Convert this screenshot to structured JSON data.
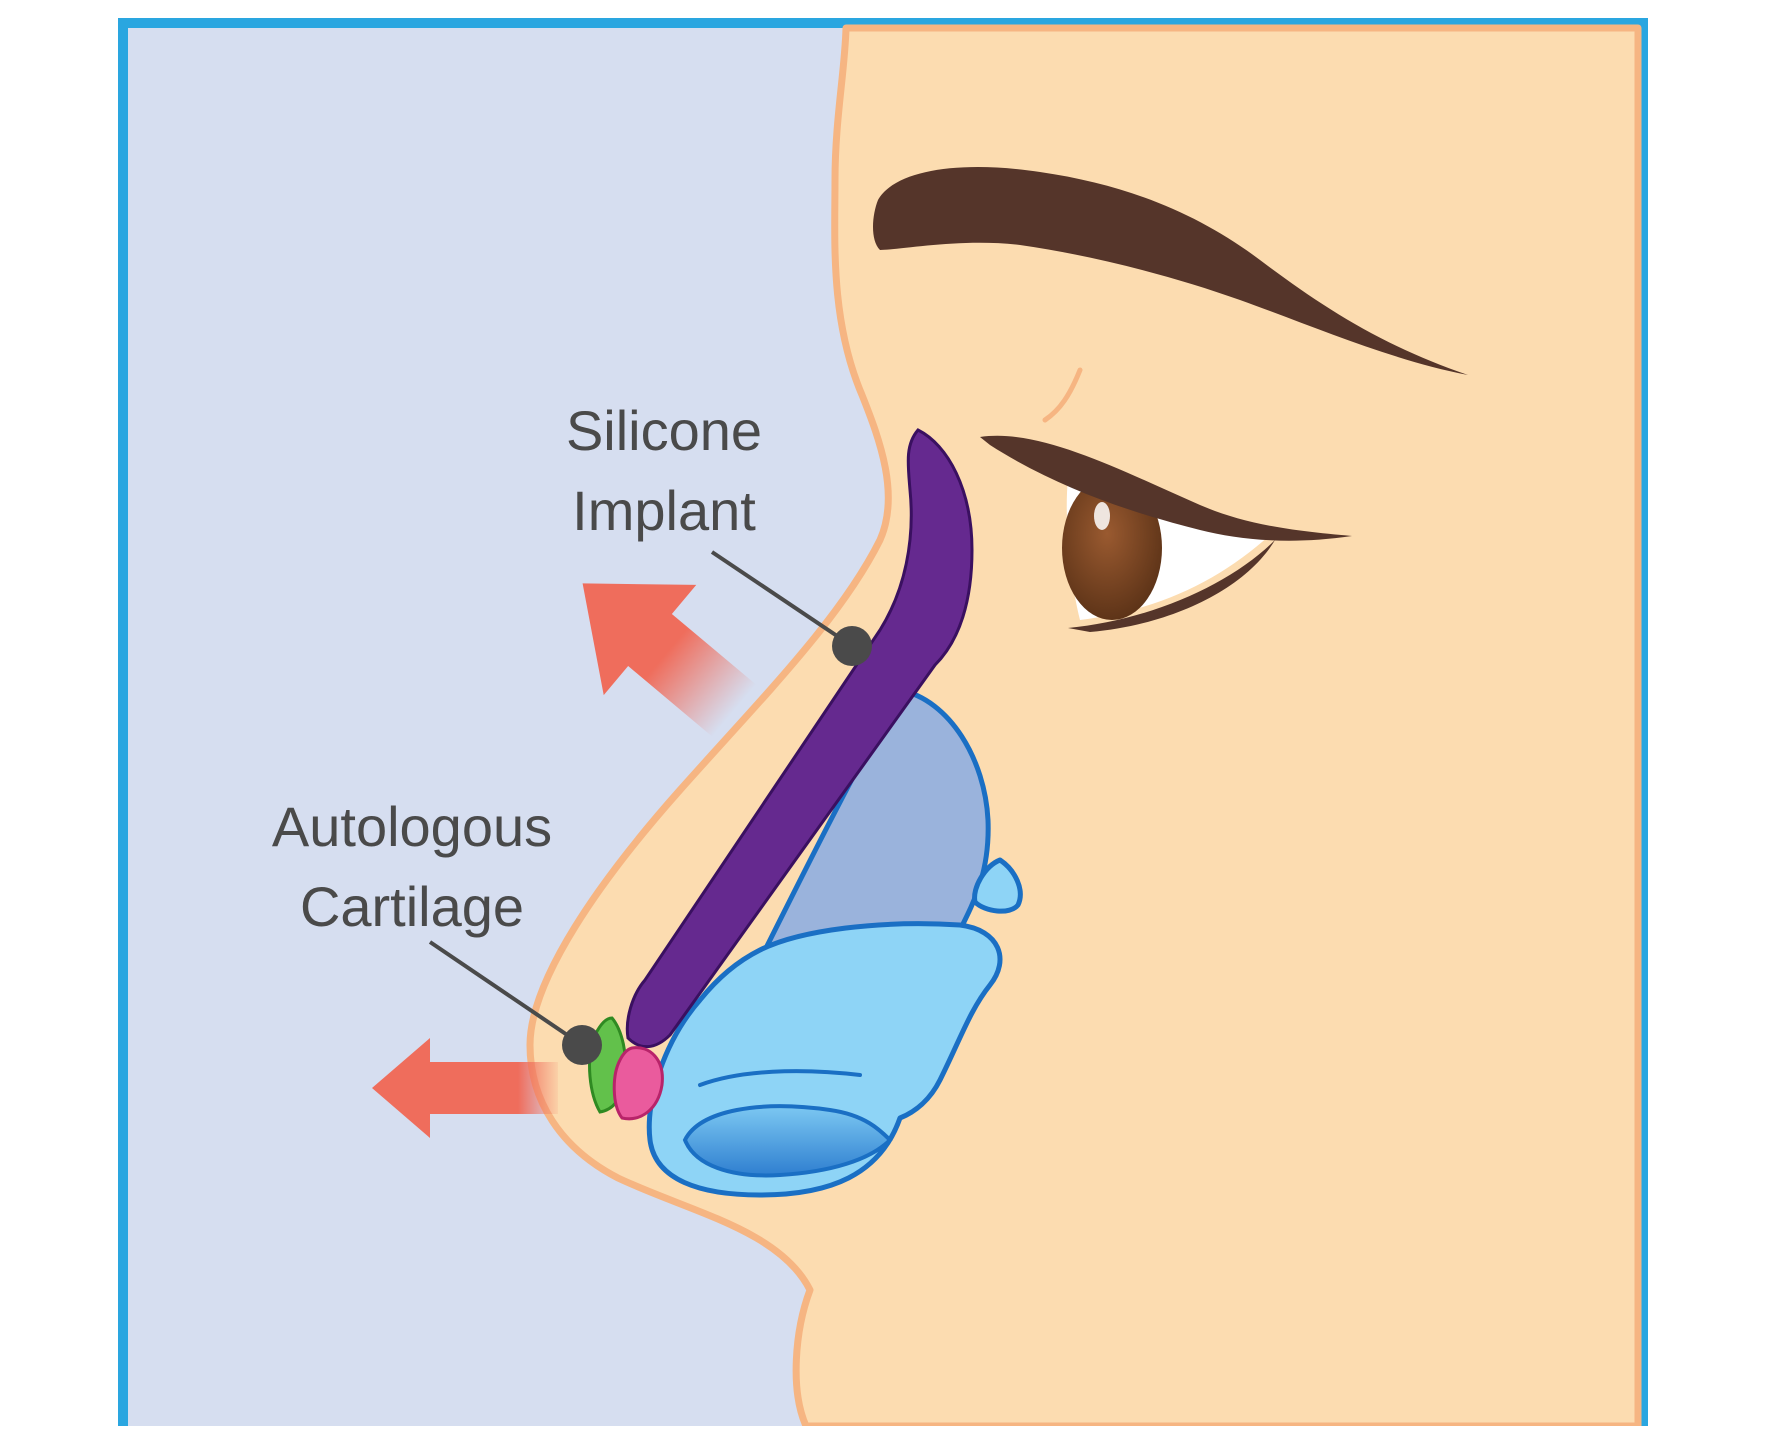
{
  "labels": {
    "silicone_implant": [
      "Silicone",
      "Implant"
    ],
    "autologous_cartilage": [
      "Autologous",
      "Cartilage"
    ]
  },
  "colors": {
    "frame": "#2aa6e0",
    "background": "#d6def0",
    "skin": "#fcdcb0",
    "skin_outline": "#f6b582",
    "implant": "#65298f",
    "nasal_bone": "#9ab3dc",
    "alar_cartilage": "#8ed4f6",
    "nostril": "#3a8fd8",
    "cartilage_graft_green": "#62c14b",
    "cartilage_graft_pink": "#ea5b9d",
    "eyebrow": "#55352a",
    "iris": "#7a4524",
    "arrow": "#ef6d5c",
    "callout": "#4a4a4a"
  },
  "icons": {
    "upper_arrow": "projection-arrow-icon",
    "lower_arrow": "projection-arrow-icon"
  }
}
